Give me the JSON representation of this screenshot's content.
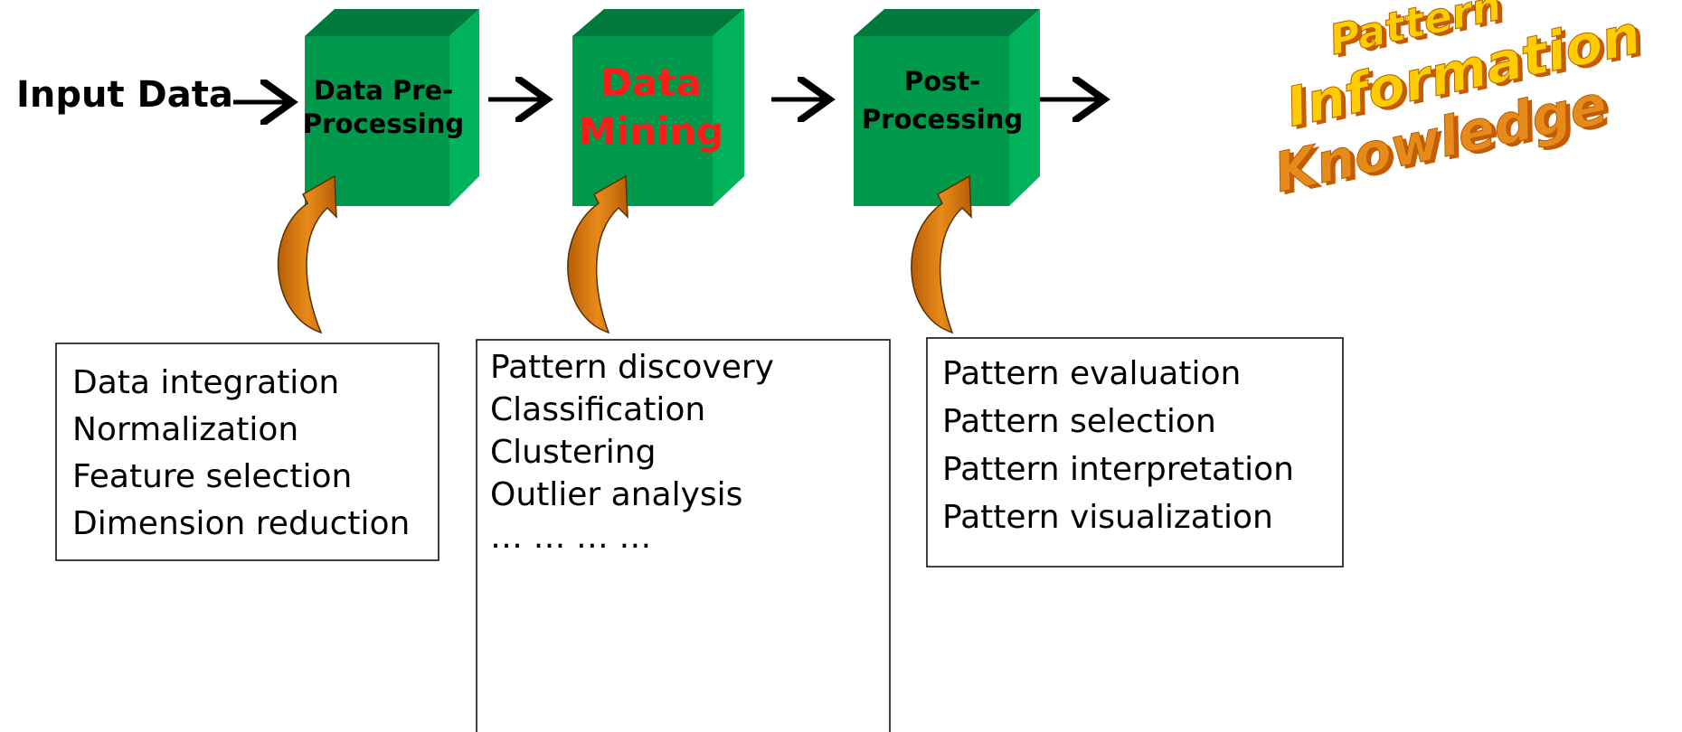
{
  "input_label": "Input Data",
  "stages": [
    {
      "id": "pre",
      "lines": [
        "Data Pre-",
        "Processing"
      ]
    },
    {
      "id": "mining",
      "lines": [
        "Data",
        "Mining"
      ]
    },
    {
      "id": "post",
      "lines": [
        "Post-",
        "Processing"
      ]
    }
  ],
  "output_words": [
    "Pattern",
    "Information",
    "Knowledge"
  ],
  "boxes": [
    {
      "id": "pre",
      "items": [
        "Data integration",
        "Normalization",
        "Feature selection",
        "Dimension reduction"
      ]
    },
    {
      "id": "mining",
      "items": [
        "Pattern discovery",
        "Classification",
        "Clustering",
        "Outlier analysis",
        "… … … …"
      ]
    },
    {
      "id": "post",
      "items": [
        "Pattern evaluation",
        "Pattern selection",
        "Pattern interpretation",
        "Pattern visualization"
      ]
    }
  ],
  "colors": {
    "cube_front": "#00994c",
    "cube_side": "#00b35a",
    "cube_top": "#007a3c",
    "mining_text": "#ff1a1a",
    "stage_text": "#000000",
    "curved_arrow_fill": "#d97a14",
    "curved_arrow_dark": "#a85b08",
    "output_text": "#ffcc00",
    "output_shadow": "#c85a00"
  }
}
